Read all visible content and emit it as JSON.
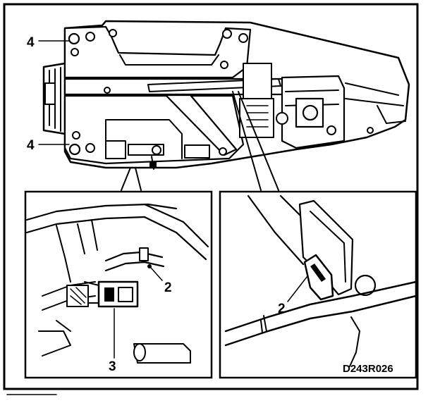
{
  "labels": {
    "bolt_top": "4",
    "bolt_bottom": "4",
    "clip_left": "2",
    "connector": "3",
    "clip_right": "2",
    "figure_code": "D243R026"
  }
}
